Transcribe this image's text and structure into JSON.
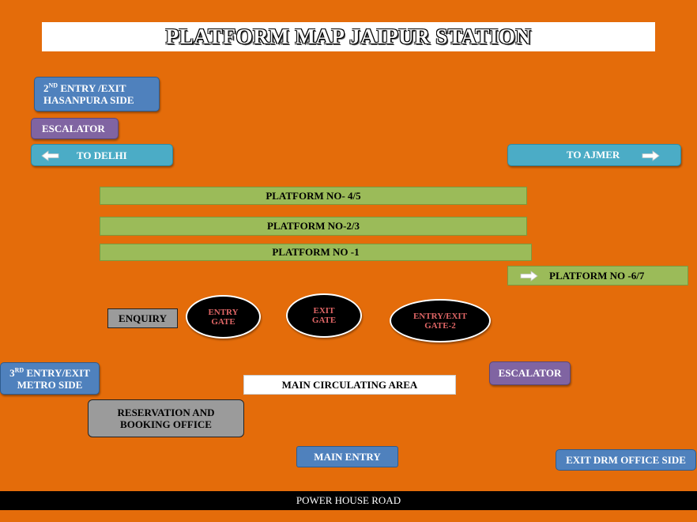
{
  "title": "PLATFORM MAP JAIPUR STATION",
  "entry2": {
    "sup_prefix": "2",
    "sup": "ND",
    "line1_rest": " ENTRY /EXIT",
    "line2": "HASANPURA SIDE"
  },
  "escalator_top": "ESCALATOR",
  "to_delhi": "TO DELHI",
  "to_ajmer": "TO AJMER",
  "platforms": {
    "p45": "PLATFORM NO- 4/5",
    "p23": "PLATFORM NO-2/3",
    "p1": "PLATFORM NO -1",
    "p67": "PLATFORM NO -6/7"
  },
  "enquiry": "ENQUIRY",
  "entry_gate": {
    "line1": "ENTRY",
    "line2": "GATE"
  },
  "exit_gate": {
    "line1": "EXIT",
    "line2": "GATE"
  },
  "entry_exit_gate2": {
    "line1": "ENTRY/EXIT",
    "line2": "GATE-2"
  },
  "entry3": {
    "sup_prefix": "3",
    "sup": "RD",
    "line1_rest": " ENTRY/EXIT",
    "line2": "METRO SIDE"
  },
  "main_circulating": "MAIN CIRCULATING AREA",
  "escalator_bottom": "ESCALATOR",
  "reservation": {
    "line1": "RESERVATION AND",
    "line2": "BOOKING OFFICE"
  },
  "main_entry": "MAIN ENTRY",
  "exit_drm": "EXIT DRM OFFICE SIDE",
  "road": "POWER HOUSE ROAD",
  "colors": {
    "background": "#E46C0A",
    "blue_box": "#4F81BD",
    "purple_box": "#8064A2",
    "teal_box": "#4BACC6",
    "platform_green": "#9BBB59",
    "gate_text": "#E06666"
  }
}
